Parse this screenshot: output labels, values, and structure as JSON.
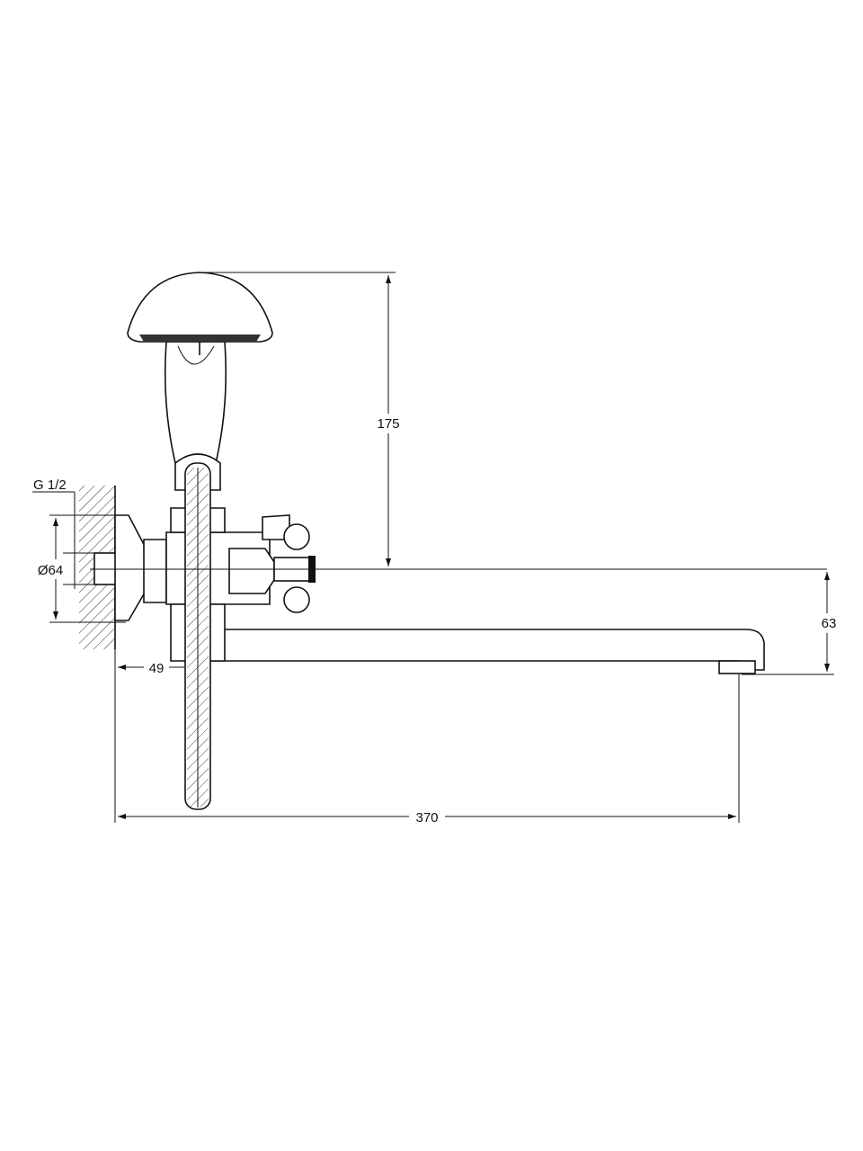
{
  "drawing": {
    "thread_label": "G 1/2",
    "flange_diameter_label": "Ø64",
    "shower_height_label": "175",
    "spout_drop_label": "63",
    "wall_offset_label": "49",
    "spout_length_label": "370"
  },
  "colors": {
    "line": "#111111",
    "background": "#ffffff"
  }
}
